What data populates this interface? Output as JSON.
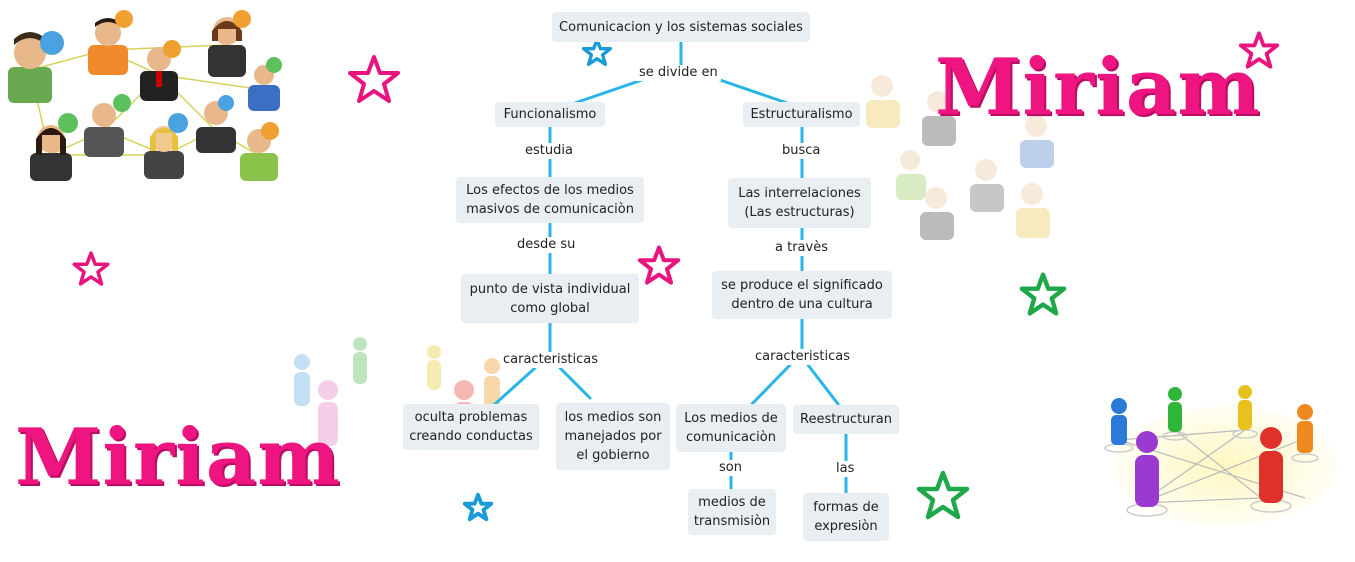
{
  "brand": {
    "top_right": "Miriam",
    "bottom_left": "Miriam",
    "color": "#ee1580"
  },
  "map": {
    "root": "Comunicacion y los sistemas sociales",
    "root_link": "se divide en",
    "left": {
      "title": "Funcionalismo",
      "link1": "estudia",
      "node1": "Los efectos de los medios\nmasivos de comunicaciòn",
      "link2": "desde su",
      "node2": "punto de vista individual\ncomo global",
      "link3": "caracteristicas",
      "child_a": "oculta problemas\ncreando conductas",
      "child_b": "los medios son\nmanejados por\nel gobierno"
    },
    "right": {
      "title": "Estructuralismo",
      "link1": "busca",
      "node1": "Las interrelaciones\n(Las estructuras)",
      "link2": "a travès",
      "node2": "se produce el significado\ndentro de una cultura",
      "link3": "caracteristicas",
      "child_a": "Los medios de\ncomunicaciòn",
      "child_a_link": "son",
      "child_a_node": "medios de\ntransmisiòn",
      "child_b": "Reestructuran",
      "child_b_link": "las",
      "child_b_node": "formas de\nexpresiòn"
    },
    "colors": {
      "line": "#29b5e8",
      "node_bg": "#e8eef2"
    }
  },
  "decorations": {
    "star_colors": {
      "pink": "#e8157f",
      "green": "#1fa84a",
      "blue": "#1a9ad8"
    },
    "icons": [
      "people-network-illustration",
      "faded-people-illustration",
      "colored-people-network-illustration",
      "star-icon"
    ]
  }
}
